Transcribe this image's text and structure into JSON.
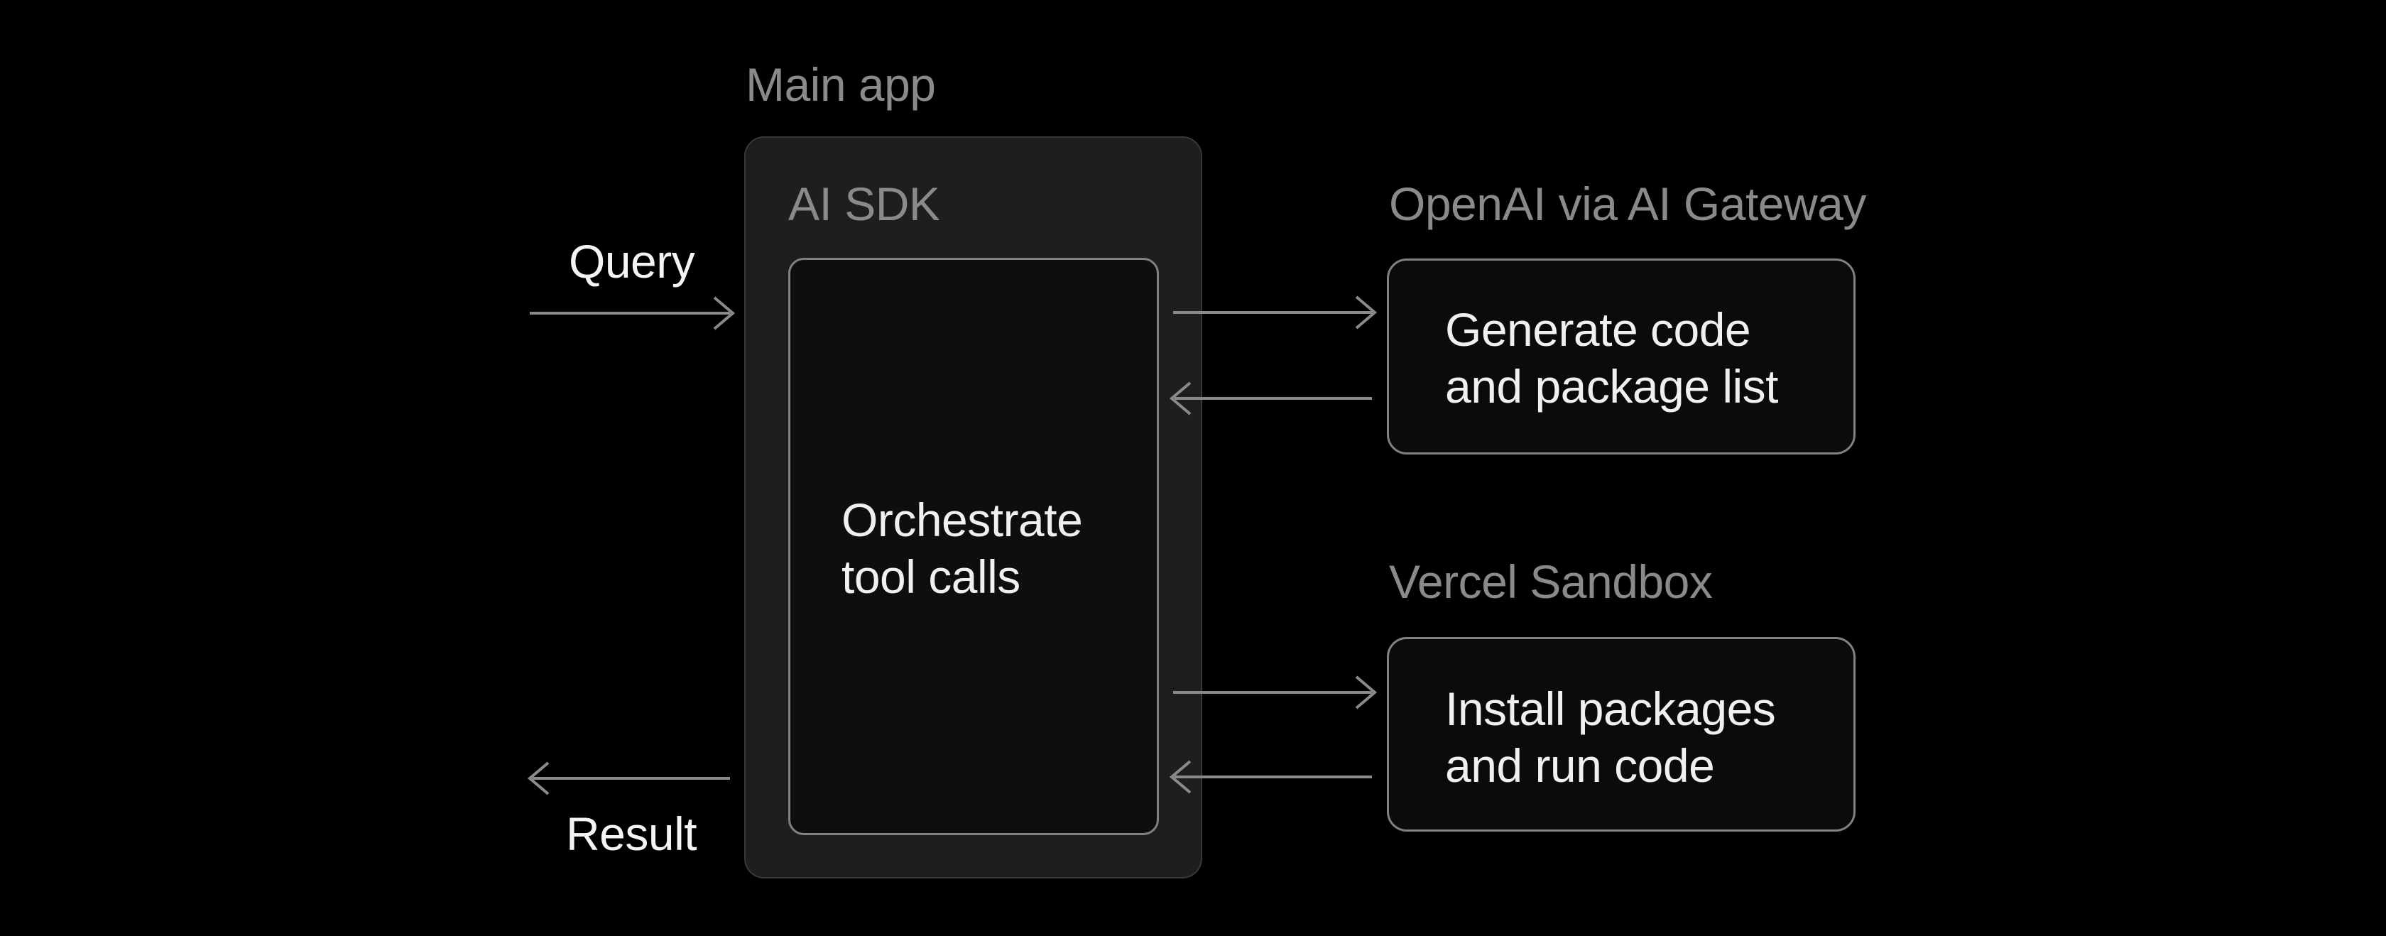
{
  "flow": {
    "input_label": "Query",
    "output_label": "Result",
    "main_app": {
      "title": "Main app",
      "sdk_label": "AI SDK",
      "task_line1": "Orchestrate",
      "task_line2": "tool calls"
    },
    "gateway": {
      "title": "OpenAI via AI Gateway",
      "task_line1": "Generate code",
      "task_line2": "and package list"
    },
    "sandbox": {
      "title": "Vercel Sandbox",
      "task_line1": "Install packages",
      "task_line2": "and run code"
    },
    "arrows": {
      "query": "into main app",
      "gateway_request": "main app to gateway",
      "gateway_response": "gateway to main app",
      "sandbox_request": "main app to sandbox",
      "sandbox_response": "sandbox to main app",
      "result": "out of main app"
    }
  },
  "colors": {
    "background": "#000000",
    "label_gray": "#8a8a8a",
    "text_white": "#f4f4f4",
    "arrow_gray": "#8a8a8a",
    "outer_box_fill": "#1e1e1e",
    "outer_box_border": "#383838",
    "inner_box_fill": "#0e0e0e",
    "service_box_fill": "#0b0b0b",
    "box_border_gray": "#818181"
  }
}
